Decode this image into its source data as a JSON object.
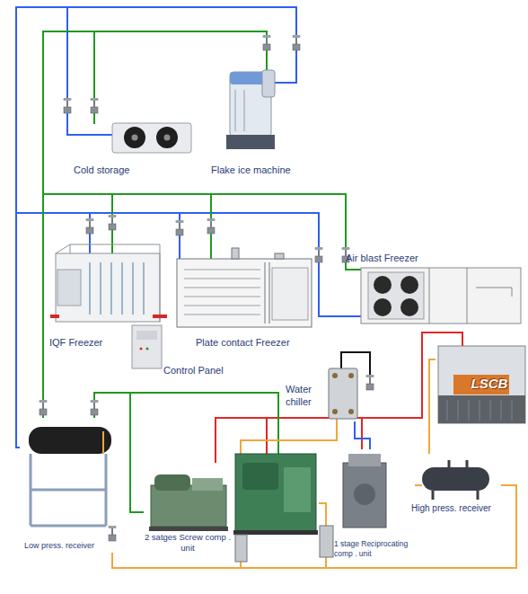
{
  "diagram": {
    "nodes": [
      {
        "text": [
          "Cold storage"
        ]
      },
      {
        "text": [
          "Flake ice machine"
        ]
      },
      {
        "text": [
          "Air blast Freezer"
        ]
      },
      {
        "text": [
          "IQF Freezer"
        ]
      },
      {
        "text": [
          "Plate contact Freezer"
        ]
      },
      {
        "text": [
          "Control Panel"
        ]
      },
      {
        "text": [
          "Water chiller"
        ]
      },
      {
        "text": [
          "LSCB"
        ]
      },
      {
        "text": [
          "High press. receiver"
        ]
      },
      {
        "text": [
          "Low press. receiver"
        ]
      },
      {
        "text": [
          "2 satges Screw comp . unit"
        ]
      },
      {
        "text": [
          "1 stage Reciprocating comp . unit"
        ]
      }
    ],
    "edges": [
      {
        "from": 9,
        "to": 0,
        "arrow": "none"
      },
      {
        "from": 9,
        "to": 1,
        "arrow": "none"
      },
      {
        "from": 9,
        "to": 3,
        "arrow": "none"
      },
      {
        "from": 9,
        "to": 4,
        "arrow": "none"
      },
      {
        "from": 9,
        "to": 2,
        "arrow": "none"
      },
      {
        "from": 0,
        "to": 9,
        "arrow": "none"
      },
      {
        "from": 1,
        "to": 9,
        "arrow": "none"
      },
      {
        "from": 3,
        "to": 9,
        "arrow": "none"
      },
      {
        "from": 4,
        "to": 9,
        "arrow": "none"
      },
      {
        "from": 2,
        "to": 9,
        "arrow": "none"
      },
      {
        "from": 9,
        "to": 10,
        "arrow": "none"
      },
      {
        "from": 10,
        "to": 7,
        "arrow": "none"
      },
      {
        "from": 11,
        "to": 7,
        "arrow": "none"
      },
      {
        "from": 7,
        "to": 8,
        "arrow": "none"
      },
      {
        "from": 8,
        "to": 9,
        "arrow": "none"
      },
      {
        "from": 6,
        "to": 11,
        "arrow": "none"
      }
    ]
  }
}
